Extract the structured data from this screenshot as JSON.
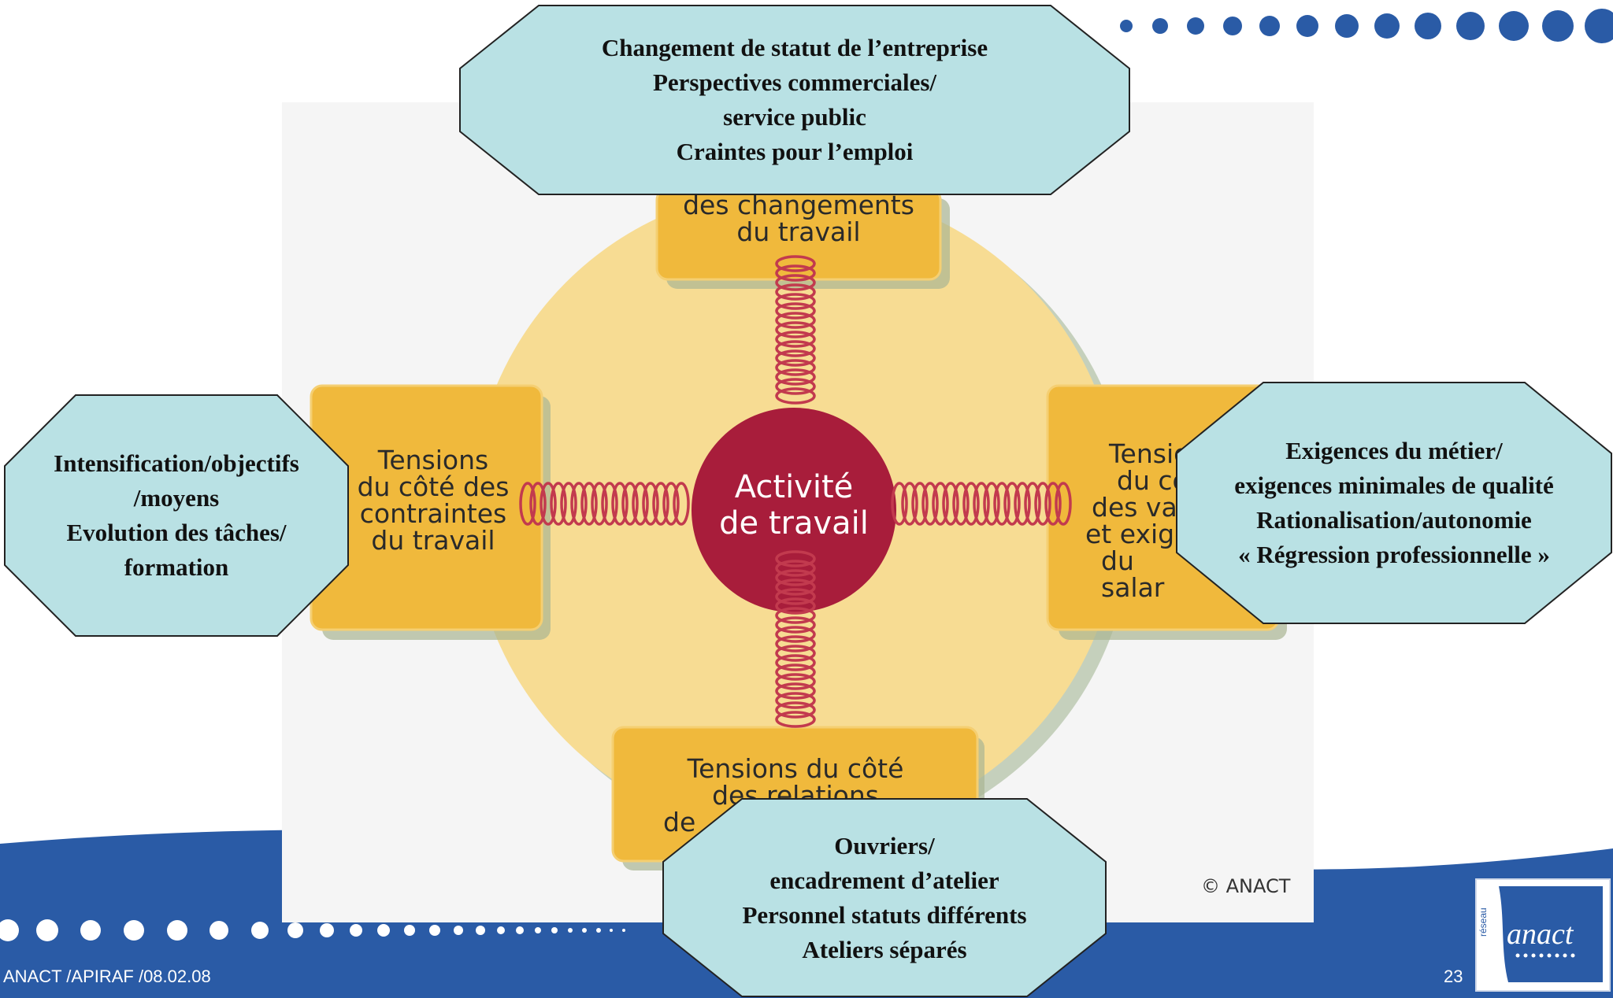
{
  "colors": {
    "brand_blue": "#2a5ba6",
    "octagon_fill": "#b9e1e4",
    "box_orange": "#f0b93c",
    "circle_yellow": "#f7dc93",
    "center_red": "#a81d3b",
    "spring_red": "#c23a4e"
  },
  "diagram": {
    "center": {
      "line1": "Activité",
      "line2": "de travail"
    },
    "box_top": {
      "lines": [
        "des changements",
        "du travail"
      ]
    },
    "box_left": {
      "lines": [
        "Tensions",
        "du côté des",
        "contraintes",
        "du travail"
      ]
    },
    "box_right": {
      "lines": [
        "Tensio",
        "du cô",
        "des val",
        "et exige",
        "du salar"
      ]
    },
    "box_bottom": {
      "lines": [
        "Tensions du côté",
        "des relations",
        "de"
      ]
    }
  },
  "octagons": {
    "top": {
      "lines": [
        "Changement de statut de l’entreprise",
        "Perspectives commerciales/",
        "service public",
        "Craintes pour l’emploi"
      ]
    },
    "left": {
      "lines": [
        "Intensification/objectifs",
        "/moyens",
        "Evolution des tâches/",
        "formation"
      ]
    },
    "right": {
      "lines": [
        "Exigences du métier/",
        "exigences minimales de qualité",
        "Rationalisation/autonomie",
        "« Régression professionnelle »"
      ]
    },
    "bottom": {
      "lines": [
        "Ouvriers/",
        "encadrement d’atelier",
        "Personnel statuts différents",
        "Ateliers séparés"
      ]
    }
  },
  "copyright": "© ANACT",
  "footer": {
    "text": "ANACT /APIRAF /08.02.08",
    "page_number": "23"
  },
  "logo": {
    "word": "anact",
    "small": "réseau"
  }
}
